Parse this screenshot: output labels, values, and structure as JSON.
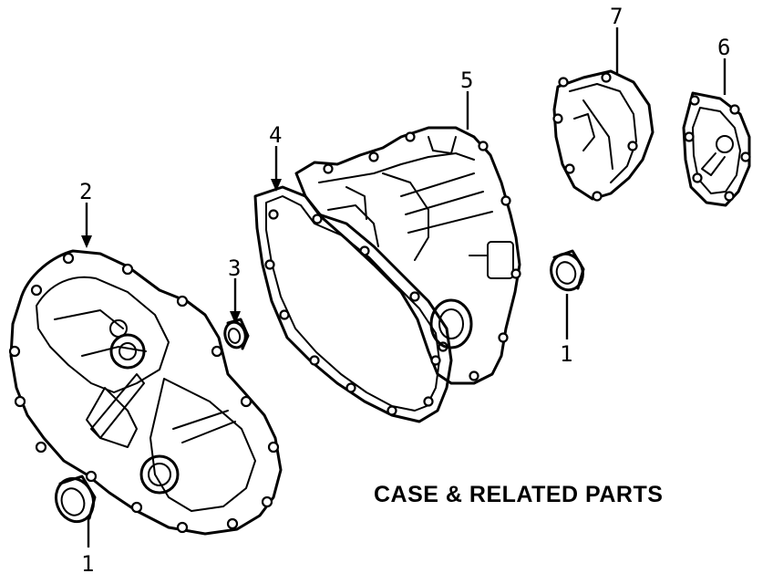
{
  "caption": "CASE & RELATED PARTS",
  "callouts": {
    "seal_left": "1",
    "seal_right": "1",
    "housing": "2",
    "small_seal": "3",
    "gasket": "4",
    "case": "5",
    "cover": "6",
    "extension": "7"
  }
}
